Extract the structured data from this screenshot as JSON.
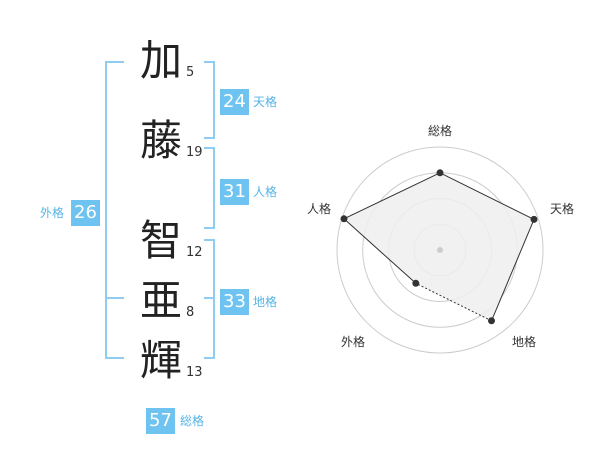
{
  "name": {
    "characters": [
      {
        "char": "加",
        "strokes": "5"
      },
      {
        "char": "藤",
        "strokes": "19"
      },
      {
        "char": "智",
        "strokes": "12"
      },
      {
        "char": "亜",
        "strokes": "8"
      },
      {
        "char": "輝",
        "strokes": "13"
      }
    ]
  },
  "grids": {
    "tenkaku": {
      "value": "24",
      "label": "天格"
    },
    "jinkaku": {
      "value": "31",
      "label": "人格"
    },
    "chikaku": {
      "value": "33",
      "label": "地格"
    },
    "gaikaku": {
      "value": "26",
      "label": "外格"
    },
    "soukaku": {
      "value": "57",
      "label": "総格"
    }
  },
  "radar": {
    "axes": [
      "総格",
      "天格",
      "地格",
      "外格",
      "人格"
    ],
    "values": [
      0.75,
      0.96,
      0.85,
      0.4,
      0.98
    ],
    "rings": 4,
    "fill_color": "#eeeeee",
    "line_color": "#333333",
    "ring_color": "#cccccc"
  },
  "colors": {
    "accent": "#6fc3f0",
    "bracket": "#8fcdf0"
  }
}
